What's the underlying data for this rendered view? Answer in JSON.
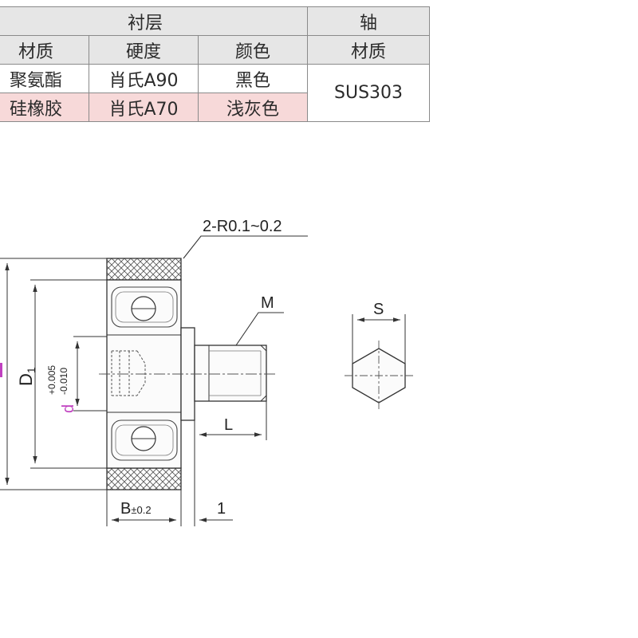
{
  "table": {
    "header": {
      "lining": "衬层",
      "shaft": "轴"
    },
    "subheader": {
      "material": "材质",
      "hardness": "硬度",
      "color": "颜色",
      "shaft_material": "材质"
    },
    "rows": [
      {
        "material": "聚氨酯",
        "hardness": "肖氏A90",
        "color": "黑色",
        "highlight": false
      },
      {
        "material": "硅橡胶",
        "hardness": "肖氏A70",
        "color": "浅灰色",
        "highlight": true
      }
    ],
    "shaft_value": "SUS303"
  },
  "labels": {
    "radius_note": "2-R0.1~0.2",
    "thread": "M",
    "hex_size": "S",
    "shaft_length": "L",
    "flange": "1",
    "inner_diameter": "D",
    "inner_diameter_sub": "1",
    "bore": "d",
    "bore_tol_upper": "+0.005",
    "bore_tol_lower": "-0.010",
    "width": "B",
    "width_tol": "±0.2"
  },
  "colors": {
    "highlight": "#f7d9d9",
    "header": "#e6e6e6",
    "line": "#333333",
    "bore_label": "#c040c0"
  }
}
